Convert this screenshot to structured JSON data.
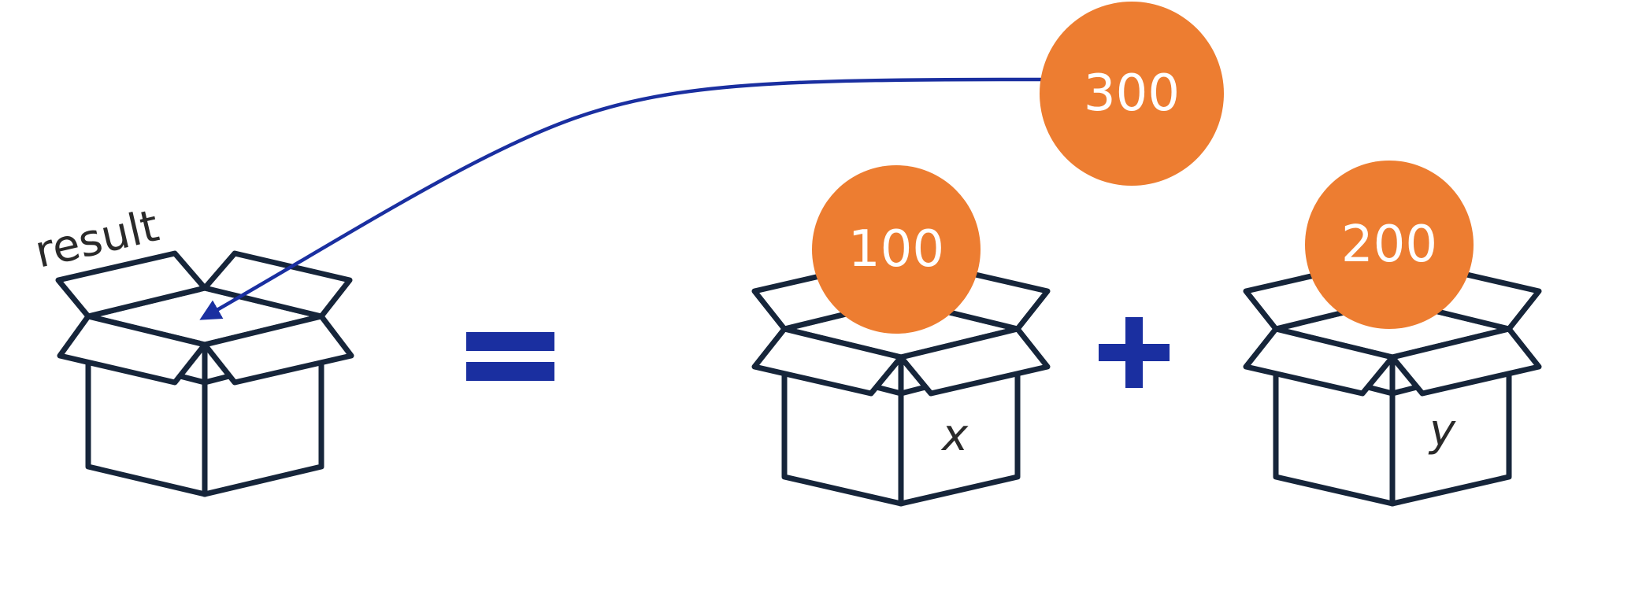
{
  "colors": {
    "ball": "#ed7d31",
    "operator": "#1a2fa0",
    "box_stroke": "#16253a",
    "arrow": "#1a2fa0"
  },
  "boxes": {
    "result": {
      "label": "result",
      "icon": "open-box-icon"
    },
    "x": {
      "label": "x",
      "icon": "open-box-icon"
    },
    "y": {
      "label": "y",
      "icon": "open-box-icon"
    }
  },
  "balls": {
    "x_value": "100",
    "y_value": "200",
    "sum_value": "300"
  },
  "operators": {
    "equals": "equals-icon",
    "plus": "plus-icon"
  }
}
